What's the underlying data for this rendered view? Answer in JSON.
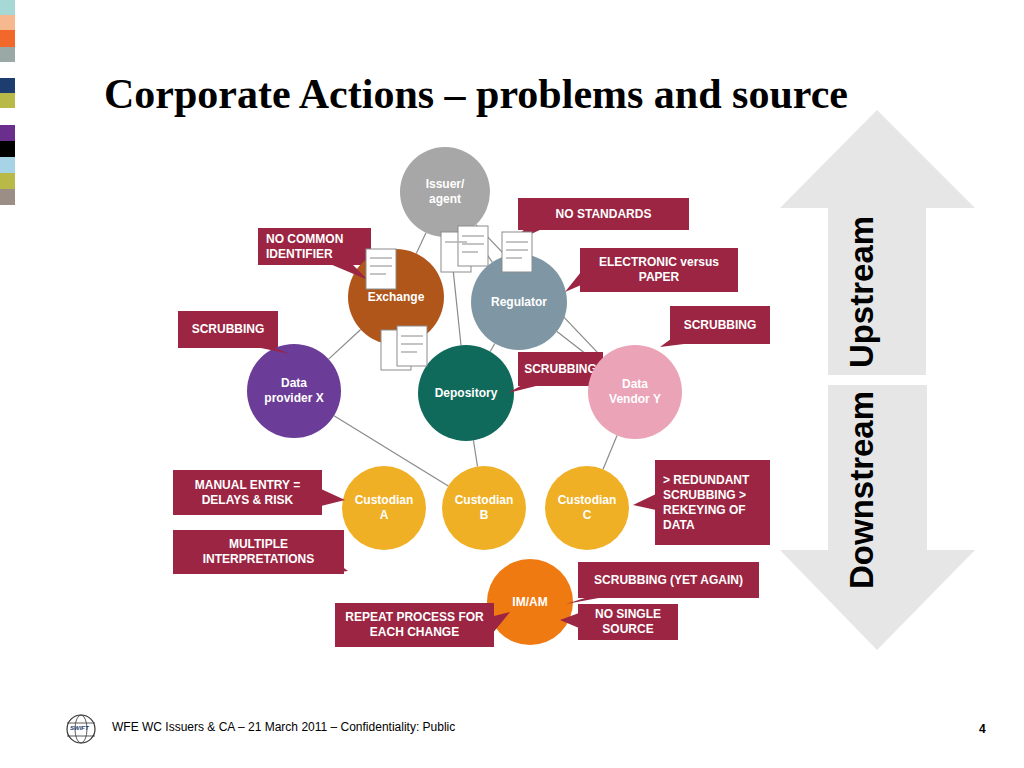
{
  "diagram": {
    "title": "Corporate Actions – problems and source",
    "nodes": [
      {
        "text": [
          "Issuer/ agent"
        ]
      },
      {
        "text": [
          "NO STANDARDS"
        ]
      },
      {
        "text": [
          "NO COMMON IDENTIFIER"
        ]
      },
      {
        "text": [
          "Exchange"
        ]
      },
      {
        "text": [
          "Regulator"
        ]
      },
      {
        "text": [
          "ELECTRONIC versus PAPER"
        ]
      },
      {
        "text": [
          "SCRUBBING"
        ]
      },
      {
        "text": [
          "SCRUBBING"
        ]
      },
      {
        "text": [
          "Upstream"
        ]
      },
      {
        "text": [
          "SCRUBBING"
        ]
      },
      {
        "text": [
          "Data provider X"
        ]
      },
      {
        "text": [
          "Depository"
        ]
      },
      {
        "text": [
          "Data Vendor Y"
        ]
      },
      {
        "text": [
          "Downstream"
        ]
      },
      {
        "text": [
          "MANUAL ENTRY = DELAYS & RISK"
        ]
      },
      {
        "text": [
          "> REDUNDANT SCRUBBING > REKEYING OF DATA"
        ]
      },
      {
        "text": [
          "Custodian A"
        ]
      },
      {
        "text": [
          "Custodian B"
        ]
      },
      {
        "text": [
          "Custodian C"
        ]
      },
      {
        "text": [
          "MULTIPLE INTERPRETATIONS"
        ]
      },
      {
        "text": [
          "SCRUBBING (YET AGAIN)"
        ]
      },
      {
        "text": [
          "IM/AM"
        ]
      },
      {
        "text": [
          "REPEAT PROCESS FOR EACH CHANGE"
        ]
      },
      {
        "text": [
          "NO SINGLE SOURCE"
        ]
      }
    ],
    "edges": [
      {
        "from": 0,
        "to": 3,
        "arrow": "none"
      },
      {
        "from": 0,
        "to": 4,
        "arrow": "none"
      },
      {
        "from": 0,
        "to": 11,
        "arrow": "none"
      },
      {
        "from": 0,
        "to": 12,
        "arrow": "none"
      },
      {
        "from": 3,
        "to": 10,
        "arrow": "none"
      },
      {
        "from": 4,
        "to": 11,
        "arrow": "none"
      },
      {
        "from": 4,
        "to": 12,
        "arrow": "none"
      },
      {
        "from": 10,
        "to": 17,
        "arrow": "none"
      },
      {
        "from": 11,
        "to": 17,
        "arrow": "none"
      },
      {
        "from": 12,
        "to": 18,
        "arrow": "none"
      }
    ],
    "labels": [
      "WFE WC Issuers & CA – 21 March 2011 – Confidentiality: Public",
      "4",
      "SWIFT"
    ]
  }
}
